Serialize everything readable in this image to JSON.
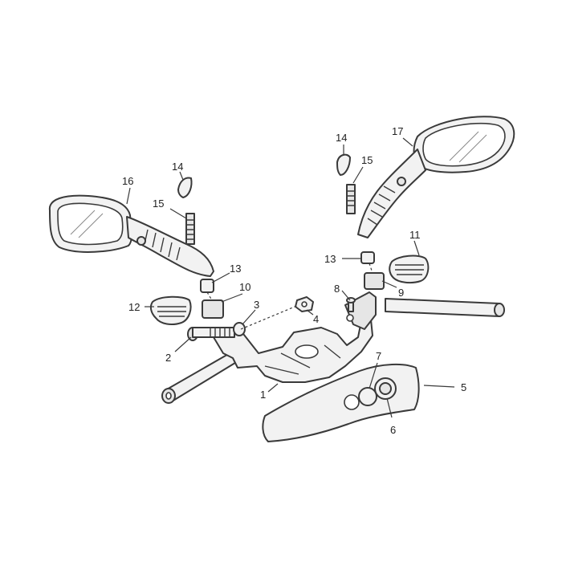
{
  "callouts": [
    {
      "id": "1",
      "text": "1"
    },
    {
      "id": "2",
      "text": "2"
    },
    {
      "id": "3",
      "text": "3"
    },
    {
      "id": "4",
      "text": "4"
    },
    {
      "id": "5",
      "text": "5"
    },
    {
      "id": "6",
      "text": "6"
    },
    {
      "id": "7",
      "text": "7"
    },
    {
      "id": "8",
      "text": "8"
    },
    {
      "id": "9",
      "text": "9"
    },
    {
      "id": "10",
      "text": "10"
    },
    {
      "id": "11",
      "text": "11"
    },
    {
      "id": "12",
      "text": "12"
    },
    {
      "id": "13a",
      "text": "13"
    },
    {
      "id": "13b",
      "text": "13"
    },
    {
      "id": "14a",
      "text": "14"
    },
    {
      "id": "14b",
      "text": "14"
    },
    {
      "id": "15a",
      "text": "15"
    },
    {
      "id": "15b",
      "text": "15"
    },
    {
      "id": "16",
      "text": "16"
    },
    {
      "id": "17",
      "text": "17"
    }
  ]
}
